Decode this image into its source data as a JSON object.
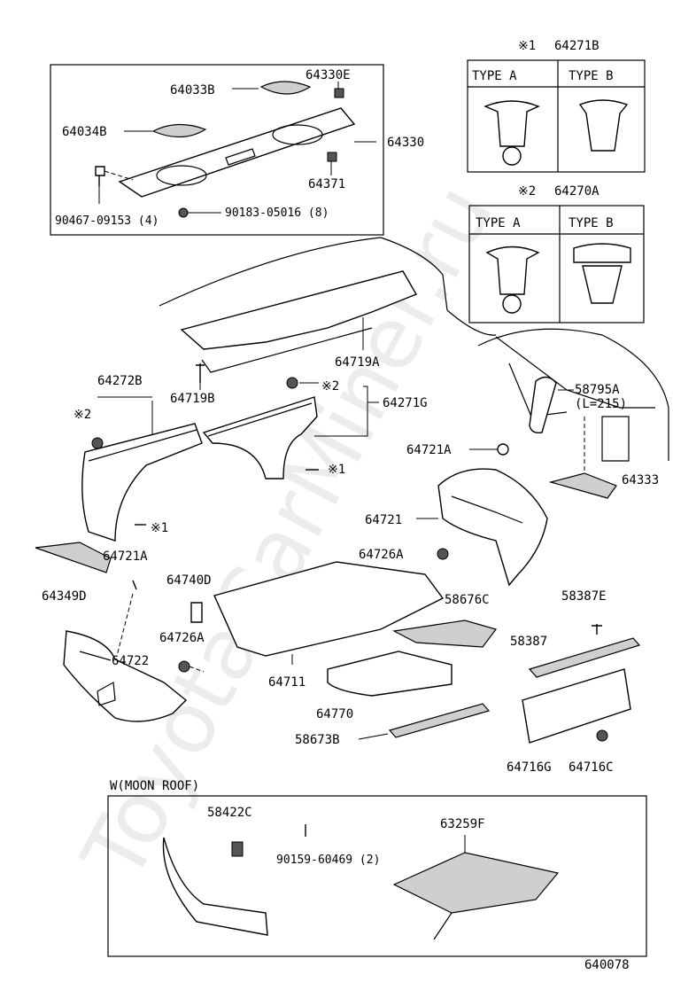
{
  "watermark": "ToyotaCarMiner.ru",
  "legend": {
    "clip1": {
      "symbol": "※1",
      "part": "64271B",
      "type_a": "TYPE A",
      "type_b": "TYPE B"
    },
    "clip2": {
      "symbol": "※2",
      "part": "64270A",
      "type_a": "TYPE A",
      "type_b": "TYPE B"
    }
  },
  "package_tray": {
    "p64330E": "64330E",
    "p64033B": "64033B",
    "p64034B": "64034B",
    "p64330": "64330",
    "p64371": "64371",
    "p90467": "90467-09153 (4)",
    "p90183": "90183-05016 (8)"
  },
  "labels": {
    "p64719A": "64719A",
    "p64719B": "64719B",
    "p64272B": "64272B",
    "mark2a": "※2",
    "mark2b": "※2",
    "mark1a": "※1",
    "mark1b": "※1",
    "p64271G": "64271G",
    "p58795A": "58795A",
    "p58795A_len": "(L=215)",
    "p64721A_r": "64721A",
    "p64333": "64333",
    "p64721": "64721",
    "p64726A_r": "64726A",
    "p64721A_l": "64721A",
    "p64349D": "64349D",
    "p64740D": "64740D",
    "p58676C": "58676C",
    "p58387E": "58387E",
    "p58387": "58387",
    "p64726A_l": "64726A",
    "p64722": "64722",
    "p64711": "64711",
    "p64770": "64770",
    "p58673B": "58673B",
    "p64716G": "64716G",
    "p64716C": "64716C"
  },
  "moon_roof": {
    "title": "W(MOON ROOF)",
    "p58422C": "58422C",
    "p90159": "90159-60469 (2)",
    "p63259F": "63259F"
  },
  "diagram_id": "640078"
}
